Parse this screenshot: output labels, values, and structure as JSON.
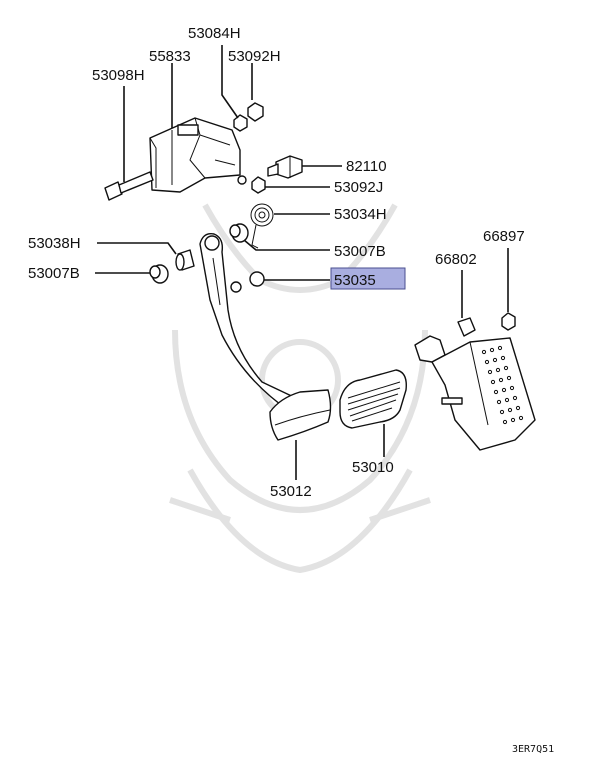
{
  "diagram_code": "3ER7Q51",
  "colors": {
    "highlight_fill": "#a9aee0",
    "highlight_border": "#4a4f8f",
    "line": "#111111",
    "watermark": "#e2e2e2"
  },
  "parts": {
    "p53084H": "53084H",
    "p55833": "55833",
    "p53092H": "53092H",
    "p53098H": "53098H",
    "p82110": "82110",
    "p53092J": "53092J",
    "p53034H": "53034H",
    "p53038H": "53038H",
    "p53007B_right": "53007B",
    "p53007B_left": "53007B",
    "p53035": "53035",
    "p66897": "66897",
    "p66802": "66802",
    "p53010": "53010",
    "p53012": "53012"
  },
  "highlighted_part": "53035"
}
